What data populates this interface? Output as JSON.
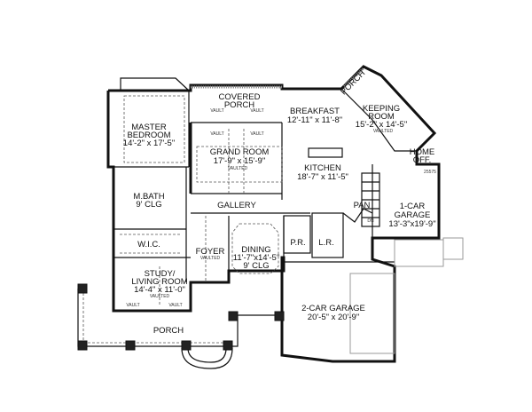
{
  "rooms": {
    "covered_porch": {
      "l1": "COVERED",
      "l2": "PORCH"
    },
    "master_bedroom": {
      "l1": "MASTER",
      "l2": "BEDROOM",
      "dim": "14'-2\" x 17'-5\""
    },
    "grand_room": {
      "l1": "GRAND  ROOM",
      "dim": "17'-9\" x 15'-9\"",
      "note": "VAULTED"
    },
    "breakfast": {
      "l1": "BREAKFAST",
      "dim": "12'-11\" x 11'-8\""
    },
    "porch_rear": {
      "l1": "PORCH"
    },
    "keeping_room": {
      "l1": "KEEPING",
      "l2": "ROOM",
      "dim": "15'-2\" x 14'-5\"",
      "note": "VAULTED"
    },
    "kitchen": {
      "l1": "KITCHEN",
      "dim": "18'-7\" x 11'-5\""
    },
    "home_office": {
      "l1": "HOME",
      "l2": "OFF."
    },
    "master_bath": {
      "l1": "M.BATH",
      "dim": "9' CLG"
    },
    "gallery": {
      "l1": "GALLERY"
    },
    "pantry": {
      "l1": "PAN"
    },
    "one_car_garage": {
      "l1": "1-CAR",
      "l2": "GARAGE",
      "dim": "13'-3\"x19'-9\""
    },
    "wic": {
      "l1": "W.I.C."
    },
    "foyer": {
      "l1": "FOYER",
      "note": "VAULTED"
    },
    "dining": {
      "l1": "DINING",
      "dim": "11'-7\"x14'-5\"",
      "note": "9' CLG"
    },
    "powder_room": {
      "l1": "P.R."
    },
    "laundry_room": {
      "l1": "L.R."
    },
    "study": {
      "l1": "STUDY/",
      "l2": "LIVING  ROOM",
      "dim": "14'-4\" x 11'-0\"",
      "note": "VAULTED"
    },
    "two_car_garage": {
      "l1": "2-CAR GARAGE",
      "dim": "20'-5\" x 20'-9\""
    },
    "porch_front": {
      "l1": "PORCH"
    }
  },
  "annotations": {
    "vault": "VAULT",
    "dn": "DN",
    "plan_no": "25575"
  }
}
